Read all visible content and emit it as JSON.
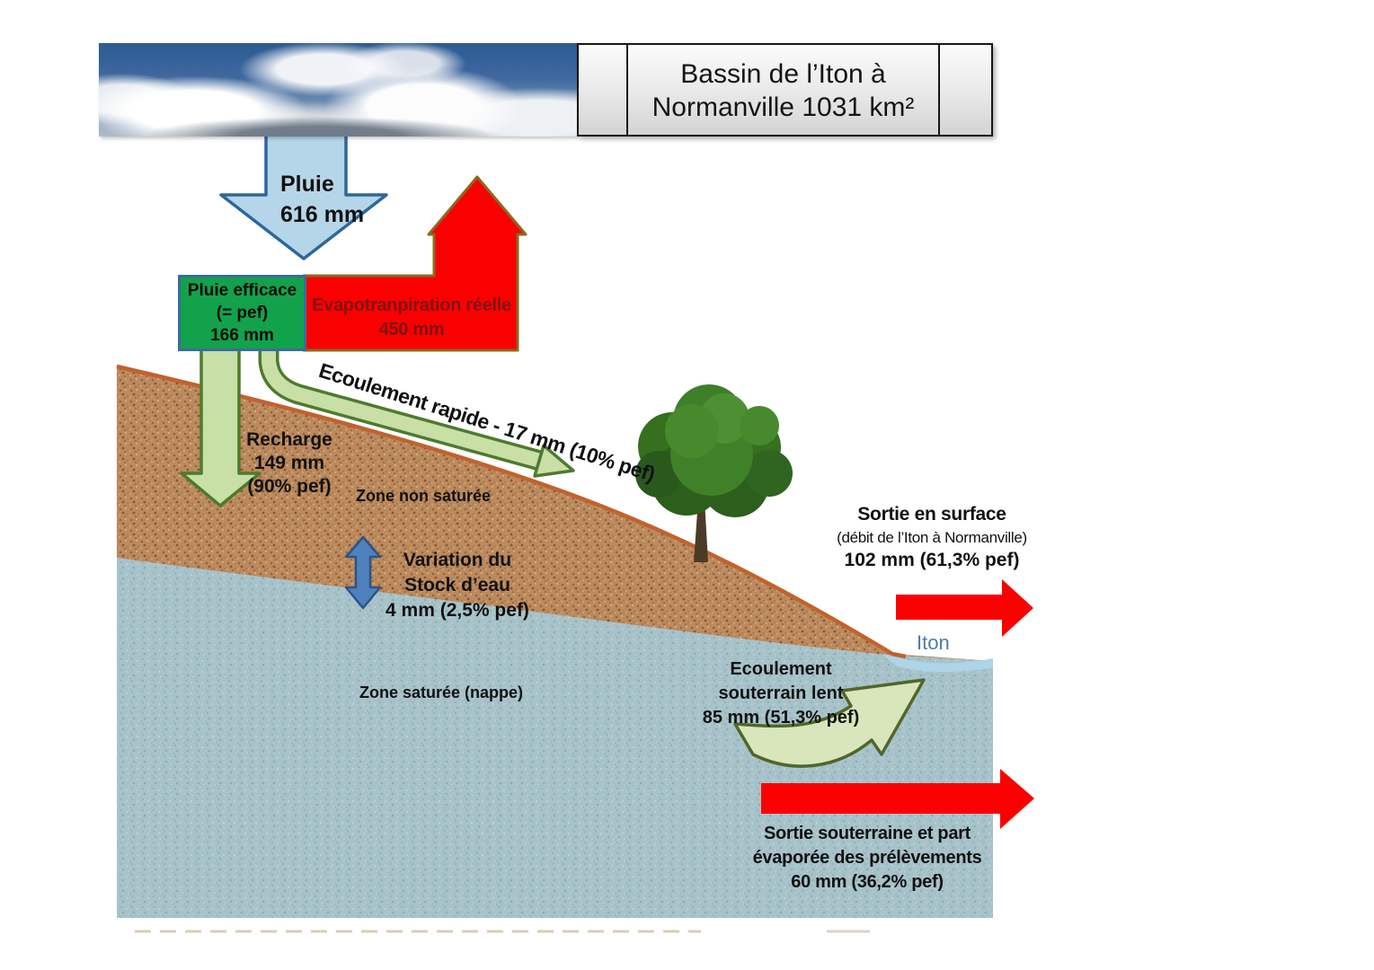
{
  "header": {
    "title_line1": "Bassin de l’Iton à",
    "title_line2": "Normanville 1031 km²"
  },
  "flows": {
    "pluie": {
      "label": "Pluie",
      "value": "616 mm"
    },
    "pluie_efficace": {
      "line1": "Pluie efficace",
      "line2": "(= pef)",
      "line3": "166 mm"
    },
    "evapotranspiration": {
      "label": "Evapotranpiration réelle",
      "value": "450 mm"
    },
    "recharge": {
      "line1": "Recharge",
      "line2": "149 mm",
      "line3": "(90% pef)"
    },
    "ecoulement_rapide": {
      "label": "Ecoulement rapide - 17 mm (10% pef)"
    },
    "variation_stock": {
      "line1": "Variation du",
      "line2": "Stock d’eau",
      "line3": "4 mm (2,5% pef)"
    },
    "sortie_surface": {
      "line1": "Sortie en surface",
      "line2": "(débit de l’Iton à Normanville)",
      "line3": "102 mm (61,3% pef)"
    },
    "ecoulement_souterrain": {
      "line1": "Ecoulement",
      "line2": "souterrain lent",
      "line3": "85 mm (51,3% pef)"
    },
    "sortie_souterraine": {
      "line1": "Sortie souterraine et part",
      "line2": "évaporée des prélèvements",
      "line3": "60 mm (36,2% pef)"
    }
  },
  "zones": {
    "non_saturee": "Zone non saturée",
    "saturee": "Zone saturée (nappe)",
    "river": "Iton"
  },
  "colors": {
    "rain_arrow_fill": "#b5d6e8",
    "rain_arrow_border": "#2d679c",
    "pef_box_fill": "#12a24b",
    "pef_box_border": "#3a6d99",
    "evap_fill": "#fb0000",
    "evap_border": "#8a6a1e",
    "evap_text": "#801414",
    "green_arrow_fill": "#c8dfa6",
    "green_arrow_border": "#4e7a2e",
    "stock_arrow_fill": "#4f81bd",
    "soil": "#bb8a5e",
    "groundwater": "#a7c3c9",
    "slope_border": "#c2622e",
    "river_fill": "#aed4e8",
    "iton_text": "#4e7ca8"
  }
}
